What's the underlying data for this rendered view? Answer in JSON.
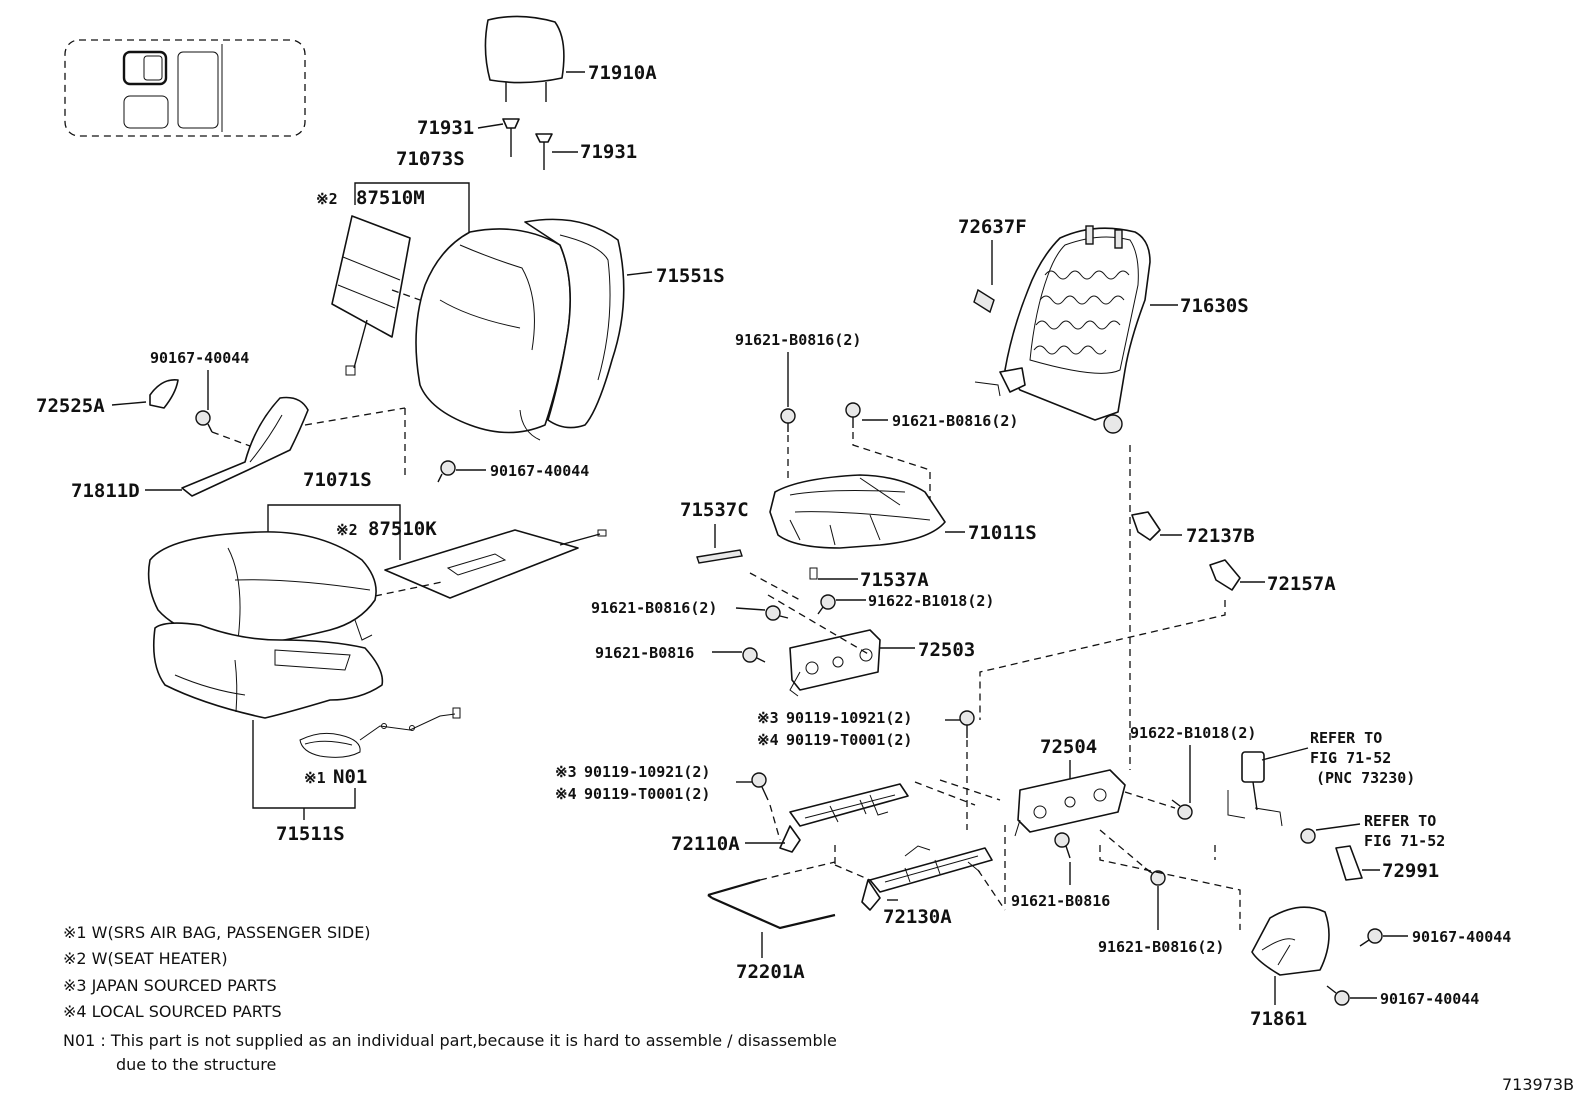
{
  "labels": {
    "p71910A": "71910A",
    "p71931a": "71931",
    "p71931b": "71931",
    "p71073S": "71073S",
    "p87510M_mark": "※2",
    "p87510M": "87510M",
    "p71551S": "71551S",
    "p90167_40044_a": "90167-40044",
    "p72525A": "72525A",
    "p71811D": "71811D",
    "p90167_40044_b": "90167-40044",
    "p71071S": "71071S",
    "p87510K_mark": "※2",
    "p87510K": "87510K",
    "pN01_mark": "※1",
    "pN01": "N01",
    "p71511S": "71511S",
    "p72637F": "72637F",
    "p71630S": "71630S",
    "p91621_B0816_2a": "91621-B0816(2)",
    "p91621_B0816_2b": "91621-B0816(2)",
    "p71537C": "71537C",
    "p71011S": "71011S",
    "p71537A": "71537A",
    "p91622_B1018_2a": "91622-B1018(2)",
    "p91621_B0816_2c": "91621-B0816(2)",
    "p91621_B0816_a": "91621-B0816",
    "p72503": "72503",
    "p72137B": "72137B",
    "p72157A": "72157A",
    "p90119_10921_a_mark": "※3",
    "p90119_10921_a": "90119-10921(2)",
    "p90119_T0001_a_mark": "※4",
    "p90119_T0001_a": "90119-T0001(2)",
    "p90119_10921_b_mark": "※3",
    "p90119_10921_b": "90119-10921(2)",
    "p90119_T0001_b_mark": "※4",
    "p90119_T0001_b": "90119-T0001(2)",
    "p72504": "72504",
    "p91622_B1018_2b": "91622-B1018(2)",
    "refer1_l1": "REFER TO",
    "refer1_l2": "FIG 71-52",
    "refer1_l3": "(PNC 73230)",
    "refer2_l1": "REFER TO",
    "refer2_l2": "FIG 71-52",
    "p72110A": "72110A",
    "p72130A": "72130A",
    "p91621_B0816_b": "91621-B0816",
    "p72991": "72991",
    "p72201A": "72201A",
    "p91621_B0816_2d": "91621-B0816(2)",
    "p90167_40044_c": "90167-40044",
    "p90167_40044_d": "90167-40044",
    "p71861": "71861"
  },
  "notes": {
    "n1": "※1 W(SRS AIR BAG, PASSENGER SIDE)",
    "n2": "※2 W(SEAT HEATER)",
    "n3": "※3 JAPAN SOURCED PARTS",
    "n4": "※4 LOCAL SOURCED PARTS",
    "n5_l1": "N01 : This part is not supplied as an individual part,because it is hard to assemble / disassemble",
    "n5_l2": "due to the structure"
  },
  "figure_id": "713973B"
}
